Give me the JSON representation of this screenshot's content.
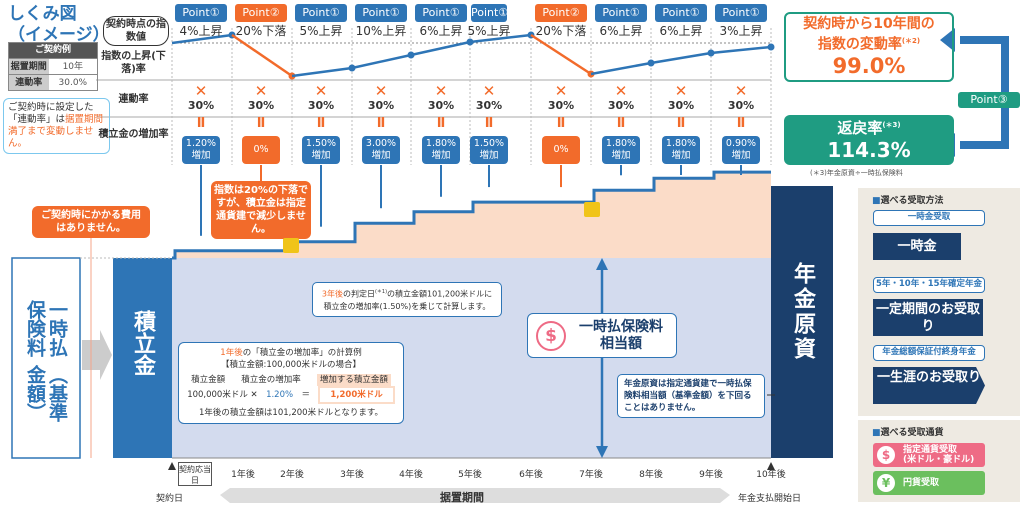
{
  "title": [
    "しくみ図",
    "（イメージ）"
  ],
  "example": {
    "header": "ご契約例",
    "rows": [
      {
        "label": "据置期間",
        "value": "10年"
      },
      {
        "label": "連動率",
        "value": "30.0%"
      }
    ]
  },
  "note_rate": {
    "pre": "ご契約時に設定した「連動率」は",
    "hl": "据置期間満了まで変動しません。"
  },
  "row_labels": {
    "index": "契約時点の指数値",
    "change": "指数の上昇(下落)率",
    "link": "連動率",
    "growth": "積立金の増加率"
  },
  "columns": [
    {
      "point": "Point①",
      "type": 1,
      "change": "4%上昇",
      "link": "30%",
      "growth": [
        "1.20%",
        "増加"
      ]
    },
    {
      "point": "Point②",
      "type": 2,
      "change": "20%下落",
      "link": "30%",
      "growth": [
        "0%",
        ""
      ]
    },
    {
      "point": "Point①",
      "type": 1,
      "change": "5%上昇",
      "link": "30%",
      "growth": [
        "1.50%",
        "増加"
      ]
    },
    {
      "point": "Point①",
      "type": 1,
      "change": "10%上昇",
      "link": "30%",
      "growth": [
        "3.00%",
        "増加"
      ]
    },
    {
      "point": "Point①",
      "type": 1,
      "change": "6%上昇",
      "link": "30%",
      "growth": [
        "1.80%",
        "増加"
      ]
    },
    {
      "point": "Point①",
      "type": 1,
      "change": "5%上昇",
      "link": "30%",
      "growth": [
        "1.50%",
        "増加"
      ]
    },
    {
      "point": "Point②",
      "type": 2,
      "change": "20%下落",
      "link": "30%",
      "growth": [
        "0%",
        ""
      ]
    },
    {
      "point": "Point①",
      "type": 1,
      "change": "6%上昇",
      "link": "30%",
      "growth": [
        "1.80%",
        "増加"
      ]
    },
    {
      "point": "Point①",
      "type": 1,
      "change": "6%上昇",
      "link": "30%",
      "growth": [
        "1.80%",
        "増加"
      ]
    },
    {
      "point": "Point①",
      "type": 1,
      "change": "3%上昇",
      "link": "30%",
      "growth": [
        "0.90%",
        "増加"
      ]
    }
  ],
  "multiply": "✕",
  "equals": "Ⅱ",
  "index_change": {
    "l1": "契約時から10年間の",
    "l2": "指数の変動率",
    "sup": "(＊2)",
    "value": "99.0%"
  },
  "return_rate": {
    "label": "返戻率",
    "sup": "(＊3)",
    "value": "114.3%",
    "note": "(＊3)年金原資÷一時払保険料"
  },
  "point3": "Point③",
  "callout_drop": "指数は20%の下落ですが、積立金は指定通貨建で減少しません。",
  "callout_fee": "ご契約時にかかる費用はありません。",
  "premium": {
    "main": "一時払保険料",
    "sub": "（基準金額）"
  },
  "fund": "積立金",
  "annuity": "年金原資",
  "calc": {
    "hl": "1年後",
    "t1": "の「積立金の増加率」の計算例",
    "t2": "【積立金額:100,000米ドルの場合】",
    "h1": "積立金額",
    "h2": "積立金の増加率",
    "h3": "増加する積立金額",
    "v1": "100,000米ドル ✕",
    "v2": "1.20%",
    "eq": "＝",
    "v3": "1,200米ドル",
    "foot": "1年後の積立金額は101,200米ドルとなります。"
  },
  "year3": {
    "hl": "3年後",
    "t1": "の判定日",
    "sup": "(＊1)",
    "t2": "の積立金額101,200米ドルに",
    "t3": "積立金の増加率(1.50%)を乗じて計算します。"
  },
  "lump": {
    "l1": "一時払保険料",
    "l2": "相当額"
  },
  "guarantee": "年金原資は指定通貨建で一時払保険料相当額（基準金額）を下回ることはありません。",
  "axis": {
    "anniv": "契約応当日",
    "years": [
      "1年後",
      "2年後",
      "3年後",
      "4年後",
      "5年後",
      "6年後",
      "7年後",
      "8年後",
      "9年後",
      "10年後"
    ],
    "start": "契約日",
    "end": "年金支払開始日",
    "period": "据置期間"
  },
  "methods": {
    "title": "選べる受取方法",
    "items": [
      {
        "tag": "一時金受取",
        "label": "一時金"
      },
      {
        "tag": "5年・10年・15年確定年金",
        "label": "一定期間のお受取り"
      },
      {
        "tag": "年金総額保証付終身年金",
        "label": "一生涯のお受取り"
      }
    ]
  },
  "currency": {
    "title": "選べる受取通貨",
    "items": [
      {
        "label": "指定通貨受取",
        "sub": "(米ドル・豪ドル)",
        "icon": "$",
        "color": "#ee6b85"
      },
      {
        "label": "円貨受取",
        "sub": "",
        "icon": "¥",
        "color": "#6bbf5e"
      }
    ]
  },
  "colors": {
    "blue": "#2e75b6",
    "orange": "#f26b2b",
    "green": "#1f9c82",
    "navy": "#1b3f6c"
  }
}
